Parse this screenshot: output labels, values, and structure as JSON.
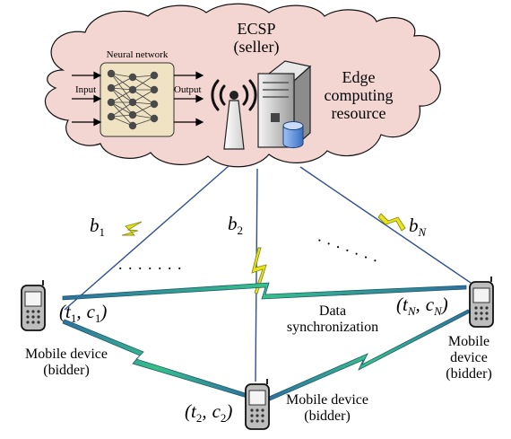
{
  "cloud": {
    "title": "ECSP",
    "subtitle": "(seller)",
    "nn_label": "Neural network",
    "input_label": "Input",
    "output_label": "Output",
    "resource_label": [
      "Edge",
      "computing",
      "resource"
    ]
  },
  "links": {
    "b1": {
      "base": "b",
      "sub": "1"
    },
    "b2": {
      "base": "b",
      "sub": "2"
    },
    "bN": {
      "base": "b",
      "sub": "N"
    },
    "ellipsis_left": ". . . . . . .",
    "ellipsis_right": ". . . . . . ."
  },
  "center_label": [
    "Data",
    "synchronization"
  ],
  "devices": {
    "d1": {
      "pair": {
        "t": "t",
        "ts": "1",
        "c": "c",
        "cs": "1"
      },
      "label": [
        "Mobile device",
        "(bidder)"
      ]
    },
    "d2": {
      "pair": {
        "t": "t",
        "ts": "2",
        "c": "c",
        "cs": "2"
      },
      "label": [
        "Mobile device",
        "(bidder)"
      ]
    },
    "dN": {
      "pair": {
        "t": "t",
        "ts": "N",
        "c": "c",
        "cs": "N"
      },
      "label": [
        "Mobile",
        "device",
        "(bidder)"
      ]
    }
  },
  "colors": {
    "cloud_fill": "#f3d6d2",
    "cloud_stroke": "#111111",
    "link_line": "#2f4f8f",
    "zigzag_yellow": "#e8e61a",
    "zigzag_green": "#2aa47a",
    "nn_box": "#efe3c4"
  }
}
